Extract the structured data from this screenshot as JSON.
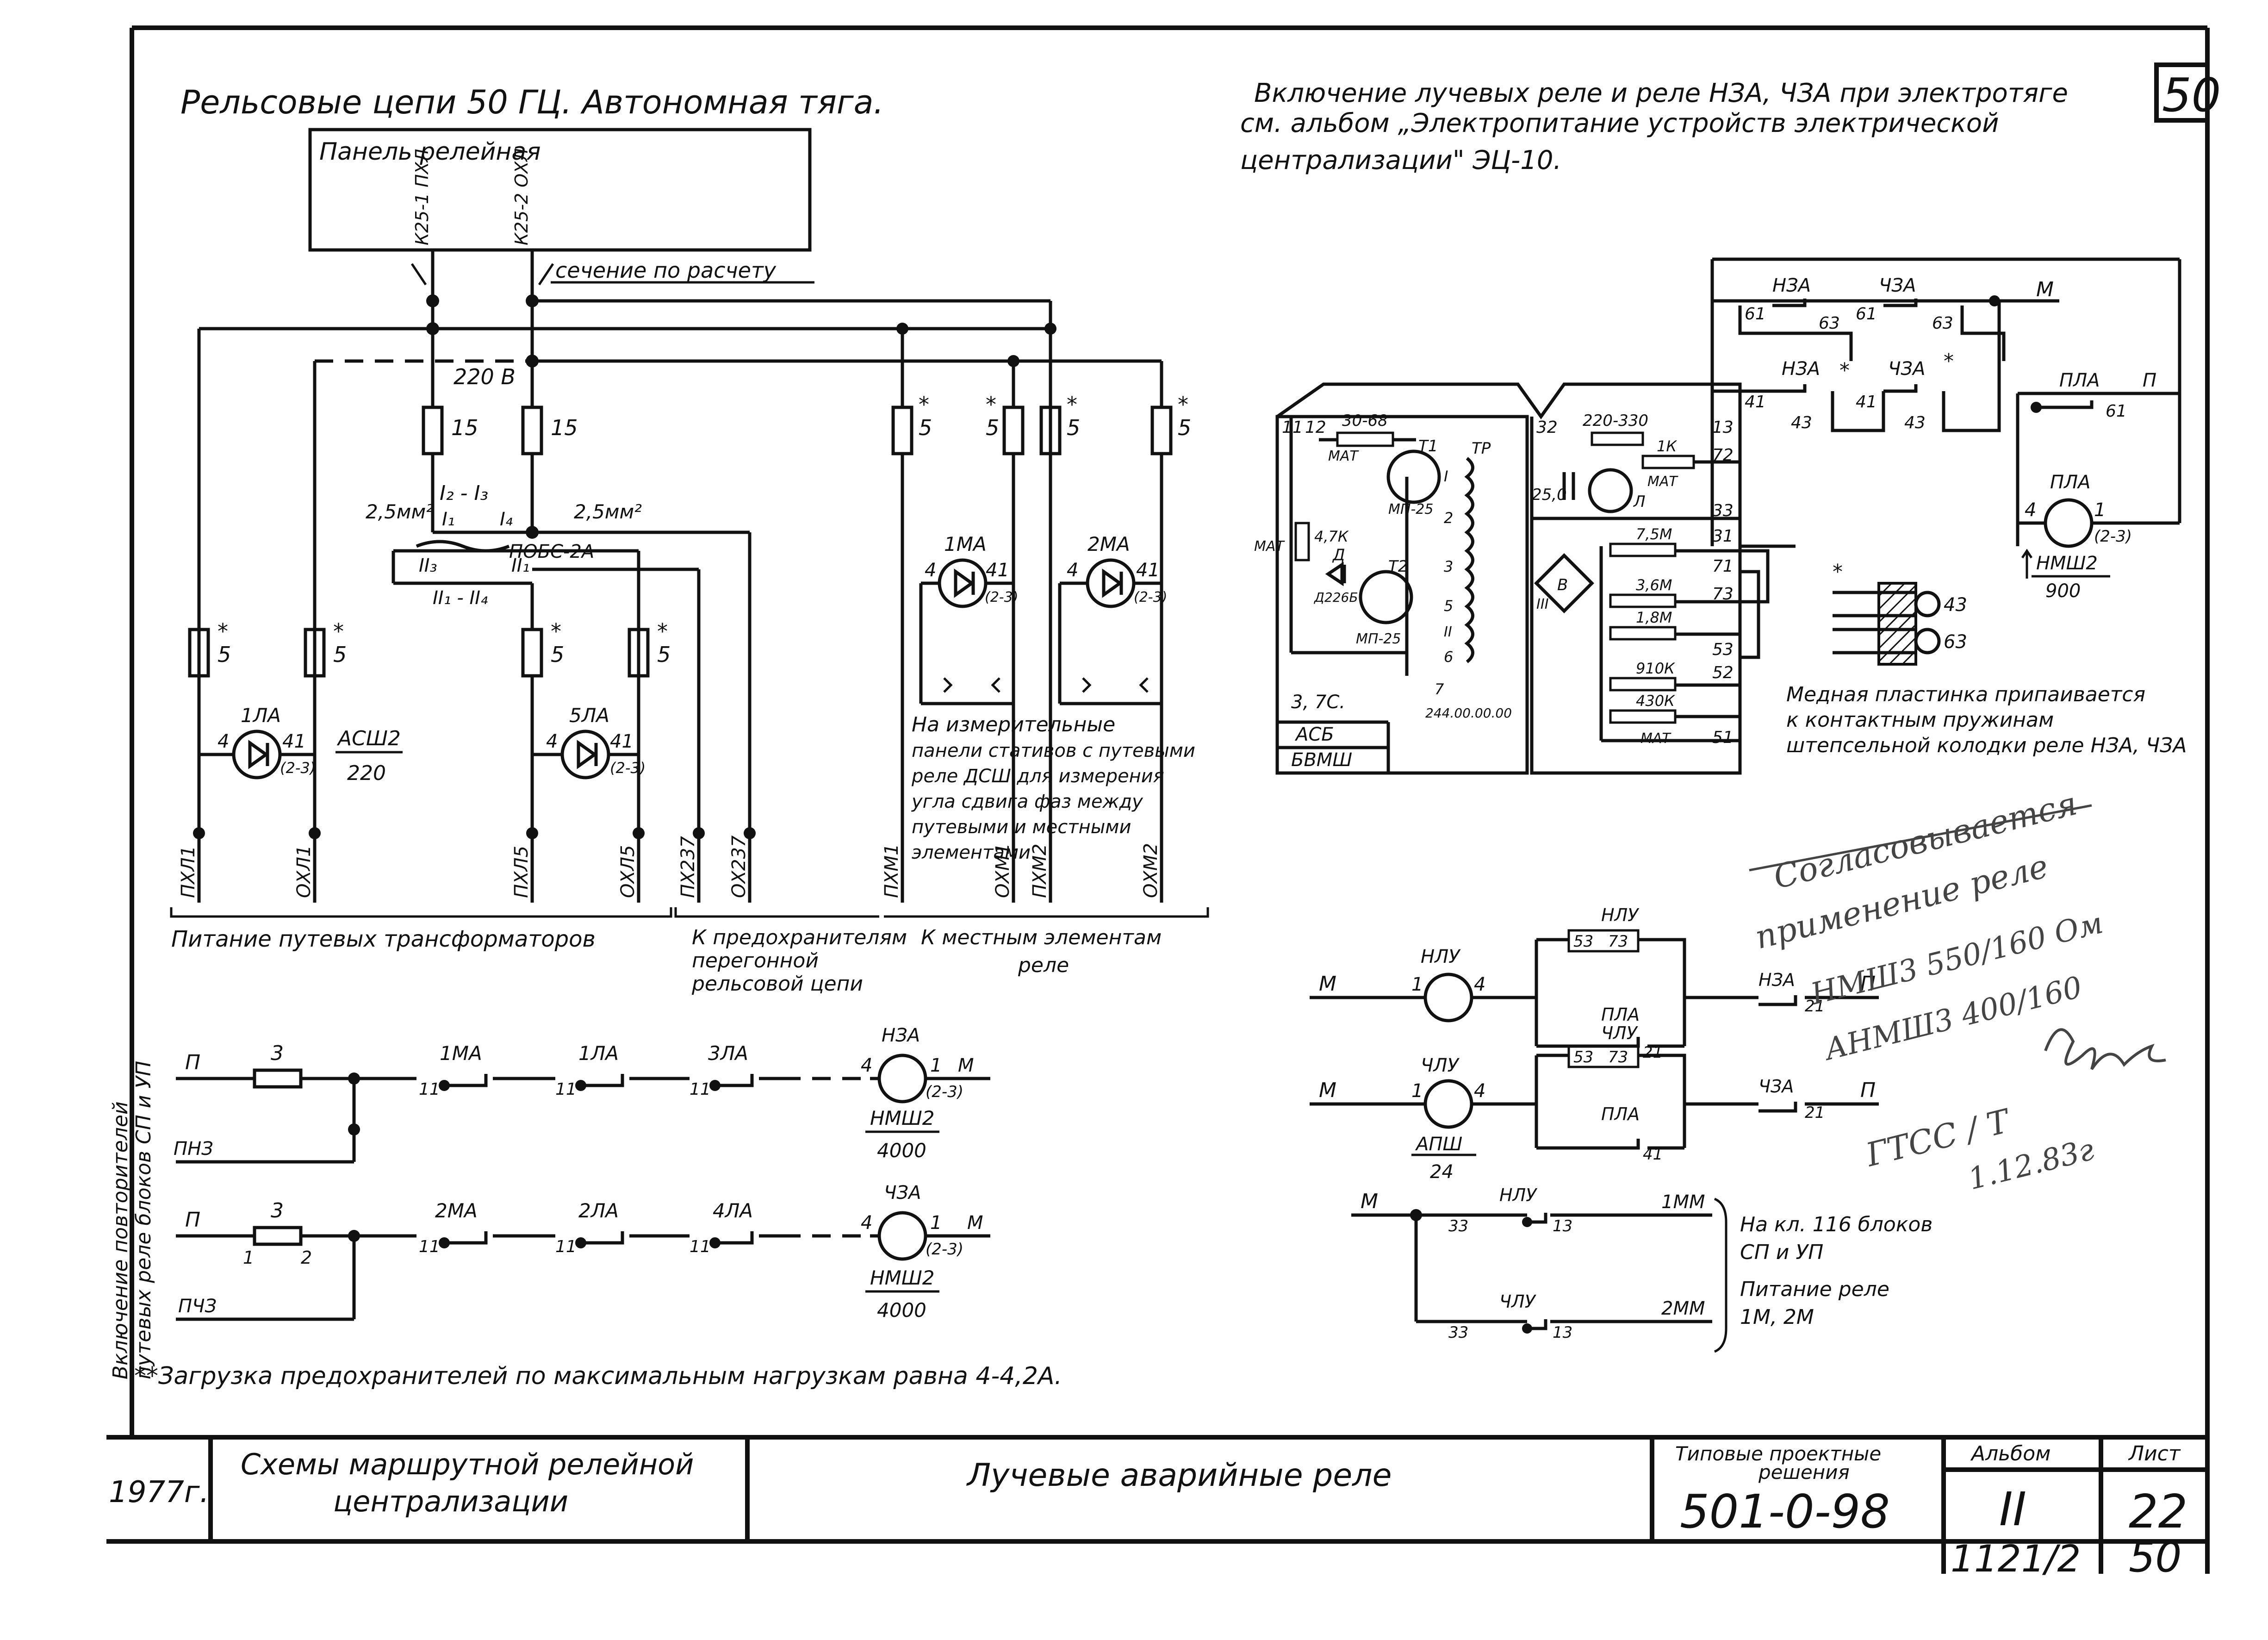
{
  "sheet_number_corner": "50",
  "top_left_title": "Рельсовые цепи 50 ГЦ. Автономная тяга.",
  "top_right_note": [
    "Включение лучевых реле и реле НЗА, ЧЗА при электротяге",
    "см. альбом „Электропитание устройств электрической",
    "централизации\" ЭЦ-10."
  ],
  "relay_panel": {
    "title": "Панель релейная",
    "feed_left": "К25-1 ПХЛ",
    "feed_right": "К25-2 ОХЛ",
    "cross_section_note": "сечение по расчету",
    "voltage": "220 В"
  },
  "fuses": {
    "f15": "15",
    "f5": "5",
    "star": "*"
  },
  "transformer": {
    "name": "ПОБС-2А",
    "windings": [
      "I₂ - I₃",
      "I₁",
      "I₄",
      "II₃",
      "II₁",
      "II₁ - II₄"
    ],
    "wire_left": "2,5мм²",
    "wire_right": "2,5мм²"
  },
  "relays_left": [
    {
      "name": "1ЛА",
      "pin_a": "4",
      "pin_b": "41",
      "pin_c": "(2-3)"
    },
    {
      "name": "5ЛА",
      "pin_a": "4",
      "pin_b": "41",
      "pin_c": "(2-3)"
    },
    {
      "name": "1МА",
      "pin_a": "4",
      "pin_b": "41",
      "pin_c": "(2-3)"
    },
    {
      "name": "2МА",
      "pin_a": "4",
      "pin_b": "41",
      "pin_c": "(2-3)"
    }
  ],
  "relay_type_1": {
    "type": "АСШ2",
    "value": "220"
  },
  "terminals_left": [
    "ПХЛ1",
    "ОХЛ1",
    "ПХЛ5",
    "ОХЛ5",
    "ПХ237",
    "ОХ237",
    "ПХМ1",
    "ОХМ1",
    "ПХМ2",
    "ОХМ2"
  ],
  "measure_note": [
    "На измерительные",
    "панели стативов с путевыми",
    "реле ДСШ для измерения",
    "угла сдвига фаз между",
    "путевыми и местными",
    "элементами"
  ],
  "captions": {
    "track_transformers": "Питание путевых трансформаторов",
    "to_fuses": [
      "К предохранителям",
      "перегонной",
      "рельсовой цепи"
    ],
    "to_local": [
      "К местным элементам",
      "реле"
    ]
  },
  "repeater_title": [
    "Включение повторителей",
    "путевых реле блоков СП и УП"
  ],
  "repeater_rows": [
    {
      "feed": "П",
      "return": "ПНЗ",
      "fuse": "3",
      "contacts": [
        "1МА",
        "1ЛА",
        "3ЛА"
      ],
      "pin": "11",
      "relay": "НЗА",
      "relay_pins": [
        "4",
        "1",
        "М",
        "(2-3)"
      ],
      "relay_type": "НМШ2",
      "relay_value": "4000"
    },
    {
      "feed": "П",
      "return": "ПЧЗ",
      "fuse": "3",
      "fuse_pins": [
        "1",
        "2"
      ],
      "contacts": [
        "2МА",
        "2ЛА",
        "4ЛА"
      ],
      "pin": "11",
      "relay": "ЧЗА",
      "relay_pins": [
        "4",
        "1",
        "М",
        "(2-3)"
      ],
      "relay_type": "НМШ2",
      "relay_value": "4000"
    }
  ],
  "footnote": "**Загрузка предохранителей по максимальным нагрузкам равна 4-4,2А.",
  "electronic_block": {
    "pins_left": [
      "11",
      "12",
      "32",
      "13"
    ],
    "resistors": [
      "30-68",
      "МАТ",
      "220-330",
      "1К",
      "МАТ",
      "4,7К",
      "МАТ",
      "7,5М",
      "3,6М",
      "1,8М",
      "910К",
      "430К",
      "МАТ"
    ],
    "transistors": [
      "Т1",
      "МП-25",
      "Т2",
      "МП-25"
    ],
    "diode": "Д",
    "diode_type": "Д226Б",
    "capacitor": "25,0",
    "lamp": "Л",
    "bridge": "В",
    "winding": "III",
    "trans": "ТР",
    "trans_pins": [
      "I",
      "2",
      "3",
      "5",
      "II",
      "6",
      "7"
    ],
    "pins_right": [
      "72",
      "33",
      "31",
      "71",
      "73",
      "53",
      "52",
      "51"
    ],
    "code": "244.00.00.00",
    "label_block": "3, 7С.",
    "box_labels": [
      "АСБ",
      "БВМШ"
    ]
  },
  "contact_network": {
    "top_line": "М",
    "relays": [
      "НЗА",
      "ЧЗА",
      "НЗА",
      "ЧЗА",
      "ПЛА"
    ],
    "pins": [
      "61",
      "63",
      "61",
      "63",
      "41",
      "43",
      "41",
      "43",
      "61"
    ],
    "pla_relay": {
      "name": "ПЛА",
      "pins": [
        "4",
        "1",
        "(2-3)"
      ],
      "type": "НМШ2",
      "value": "900",
      "feed": "П"
    },
    "cross": "*"
  },
  "copper_note": [
    "Медная пластинка припаивается",
    "к контактным пружинам",
    "штепсельной колодки реле НЗА, ЧЗА"
  ],
  "copper_pins": [
    "43",
    "63"
  ],
  "nlu_circuits": [
    {
      "feed": "М",
      "relay": "НЛУ",
      "pins": [
        "1",
        "4"
      ],
      "contact_top": "НЛУ",
      "top_pins": [
        "53",
        "73"
      ],
      "contact_bottom": "ПЛА",
      "bottom_pin": "21",
      "end_relay": "НЗА",
      "end_pin": "21",
      "end": "П"
    },
    {
      "feed": "М",
      "relay": "ЧЛУ",
      "pins": [
        "1",
        "4"
      ],
      "type": "АПШ",
      "value": "24",
      "contact_top": "ЧЛУ",
      "top_pins": [
        "53",
        "73"
      ],
      "contact_bottom": "ПЛА",
      "bottom_pin": "41",
      "end_relay": "ЧЗА",
      "end_pin": "21",
      "end": "П"
    }
  ],
  "mm_circuit": {
    "feed": "М",
    "relays": [
      "НЛУ",
      "ЧЛУ"
    ],
    "pins": [
      "33",
      "13"
    ],
    "outputs": [
      "1ММ",
      "2ММ"
    ],
    "note": [
      "На кл. 116 блоков",
      "СП и УП",
      "Питание реле",
      "1М, 2М"
    ]
  },
  "handwritten": [
    "Согласовывается",
    "применение реле",
    "НМШ3 550/160 Ом",
    "АНМШ3 400/160",
    "ГТСС / Т",
    "1.12.83г"
  ],
  "title_block": {
    "year": "1977г.",
    "system": [
      "Схемы маршрутной релейной",
      "централизации"
    ],
    "sheet_title": "Лучевые аварийные реле",
    "typical_label": [
      "Типовые проектные",
      "решения"
    ],
    "project_code": "501-0-98",
    "album_label": "Альбом",
    "album": "II",
    "sheet_label": "Лист",
    "sheet": "22",
    "copy": "1121/2",
    "page": "50"
  }
}
